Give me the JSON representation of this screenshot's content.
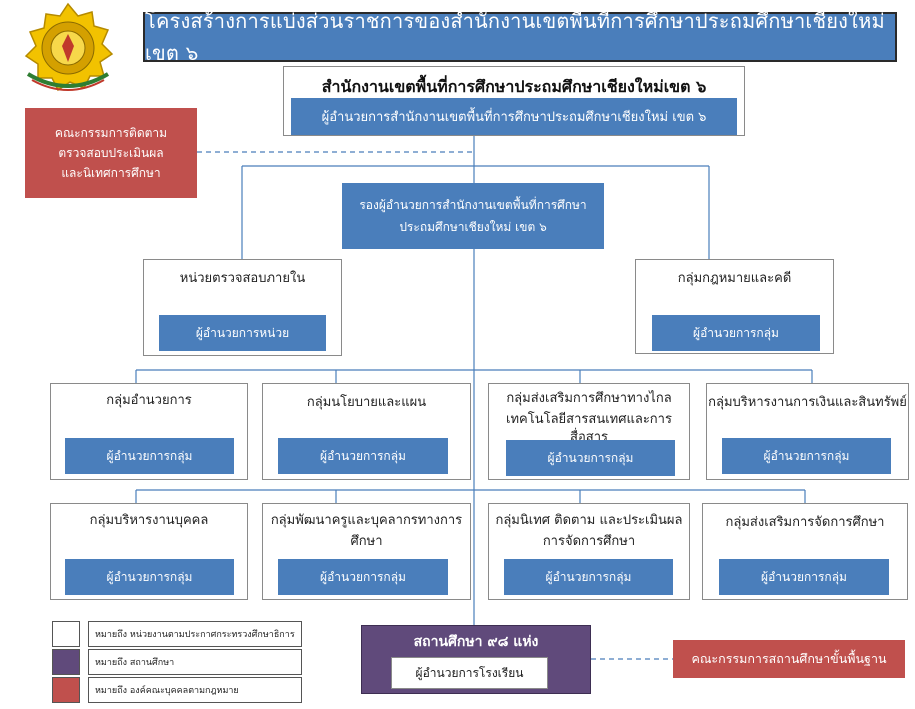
{
  "header": {
    "title": "โครงสร้างการแบ่งส่วนราชการของสำนักงานเขตพื้นที่การศึกษาประถมศึกษาเชียงใหม่ เขต ๖"
  },
  "top": {
    "title": "สำนักงานเขตพื้นที่การศึกษาประถมศึกษาเชียงใหม่เขต ๖",
    "director": "ผู้อำนวยการสำนักงานเขตพื้นที่การศึกษาประถมศึกษาเชียงใหม่ เขต ๖"
  },
  "committee_left": {
    "line1": "คณะกรรมการติดตาม",
    "line2": "ตรวจสอบประเมินผล",
    "line3": "และนิเทศการศึกษา"
  },
  "deputy": {
    "line1": "รองผู้อำนวยการสำนักงานเขตพื้นที่การศึกษา",
    "line2": "ประถมศึกษาเชียงใหม่ เขต ๖"
  },
  "audit_unit": {
    "name": "หน่วยตรวจสอบภายใน",
    "head": "ผู้อำนวยการหน่วย"
  },
  "legal_group": {
    "name": "กลุ่มกฎหมายและคดี",
    "head": "ผู้อำนวยการกลุ่ม"
  },
  "row1": [
    {
      "name": "กลุ่มอำนวยการ",
      "name2": "",
      "head": "ผู้อำนวยการกลุ่ม"
    },
    {
      "name": "กลุ่มนโยบายและแผน",
      "name2": "",
      "head": "ผู้อำนวยการกลุ่ม"
    },
    {
      "name": "กลุ่มส่งเสริมการศึกษาทางไกล",
      "name2": "เทคโนโลยีสารสนเทศและการสื่อสาร",
      "head": "ผู้อำนวยการกลุ่ม"
    },
    {
      "name": "กลุ่มบริหารงานการเงินและสินทรัพย์",
      "name2": "",
      "head": "ผู้อำนวยการกลุ่ม"
    }
  ],
  "row2": [
    {
      "name": "กลุ่มบริหารงานบุคคล",
      "name2": "",
      "head": "ผู้อำนวยการกลุ่ม"
    },
    {
      "name": "กลุ่มพัฒนาครูและบุคลากรทางการ",
      "name2": "ศึกษา",
      "head": "ผู้อำนวยการกลุ่ม"
    },
    {
      "name": "กลุ่มนิเทศ ติดตาม และประเมินผล",
      "name2": "การจัดการศึกษา",
      "head": "ผู้อำนวยการกลุ่ม"
    },
    {
      "name": "กลุ่มส่งเสริมการจัดการศึกษา",
      "name2": "",
      "head": "ผู้อำนวยการกลุ่ม"
    }
  ],
  "schools": {
    "name": "สถานศึกษา ๙๘ แห่ง",
    "head": "ผู้อำนวยการโรงเรียน"
  },
  "committee_right": {
    "label": "คณะกรรมการสถานศึกษาขั้นพื้นฐาน"
  },
  "legend": [
    {
      "color": "#ffffff",
      "text": "หมายถึง หน่วยงานตามประกาศกระทรวงศึกษาธิการ"
    },
    {
      "color": "#604a7b",
      "text": "หมายถึง สถานศึกษา"
    },
    {
      "color": "#c0504d",
      "text": "หมายถึง องค์คณะบุคคลตามกฎหมาย"
    }
  ],
  "colors": {
    "blue": "#4a7ebb",
    "red": "#c0504d",
    "purple": "#604a7b"
  }
}
